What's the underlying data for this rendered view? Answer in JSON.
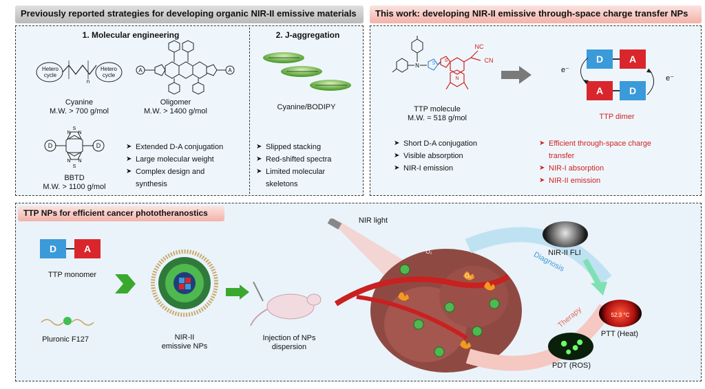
{
  "top_left": {
    "title": "Previously reported strategies for developing organic NIR-II emissive materials",
    "mol_eng": {
      "heading": "1. Molecular engineering",
      "cyanine_label": "Cyanine",
      "cyanine_mw": "M.W. > 700 g/mol",
      "hetero1": "Hetero\ncycle",
      "hetero2": "Hetero\ncycle",
      "n_label": "n",
      "oligomer_label": "Oligomer",
      "oligomer_mw": "M.W. > 1400 g/mol",
      "a_left": "A",
      "a_right": "A",
      "bbtd_label": "BBTD",
      "bbtd_mw": "M.W. > 1100 g/mol",
      "d_left": "D",
      "d_right": "D",
      "bullets": [
        "Extended D-A conjugation",
        "Large molecular weight",
        "Complex design and synthesis"
      ]
    },
    "j_agg": {
      "heading": "2. J-aggregation",
      "label": "Cyanine/BODIPY",
      "bullets": [
        "Slipped stacking",
        "Red-shifted spectra",
        "Limited molecular skeletons"
      ]
    }
  },
  "top_right": {
    "title": "This work: developing NIR-II emissive through-space charge transfer NPs",
    "ttp_label": "TTP molecule",
    "ttp_mw": "M.W. = 518 g/mol",
    "cn1": "NC",
    "cn2": "CN",
    "dimer_label": "TTP dimer",
    "d": "D",
    "a": "A",
    "e1": "e⁻",
    "e2": "e⁻",
    "bullets_black": [
      "Short D-A conjugation",
      "Visible absorption",
      "NIR-I emission"
    ],
    "bullets_red": [
      "Efficient through-space charge transfer",
      "NIR-I absorption",
      "NIR-II emission"
    ]
  },
  "bottom": {
    "title": "TTP NPs for efficient cancer phototheranostics",
    "monomer_label": "TTP monomer",
    "d": "D",
    "a": "A",
    "pluronic_label": "Pluronic F127",
    "np_label": "NIR-II\nemissive NPs",
    "injection_label": "Injection of NPs\ndispersion",
    "nir_light": "NIR light",
    "fli_label": "NIR-II FLI",
    "diagnosis": "Diagnosis",
    "therapy": "Therapy",
    "ptt_label": "PTT (Heat)",
    "temp": "52.3 °C",
    "pdt_label": "PDT (ROS)",
    "o2": "O₂"
  },
  "colors": {
    "donor": "#3b9ad9",
    "acceptor": "#d9262c",
    "green_arrow": "#3aa82f",
    "gray_bar": "#c8c8c8",
    "pink_bar": "#f6c8c2",
    "panel_bg": "#eaf3fa"
  }
}
